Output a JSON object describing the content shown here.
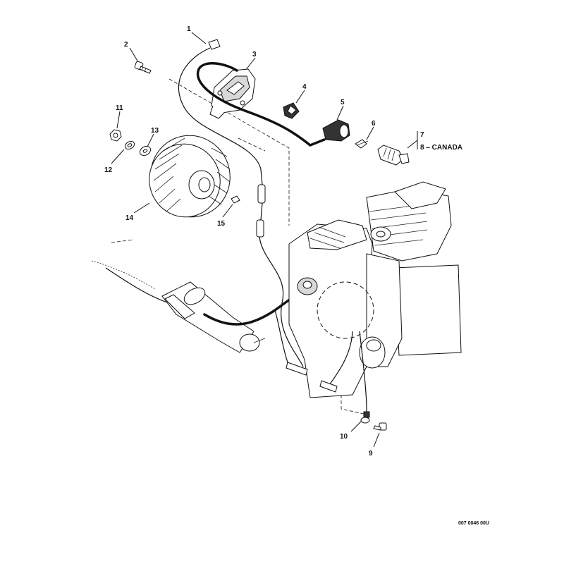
{
  "diagram": {
    "callouts": [
      {
        "id": "1",
        "label": "1"
      },
      {
        "id": "2",
        "label": "2"
      },
      {
        "id": "3",
        "label": "3"
      },
      {
        "id": "4",
        "label": "4"
      },
      {
        "id": "5",
        "label": "5"
      },
      {
        "id": "6",
        "label": "6"
      },
      {
        "id": "7",
        "label": "7"
      },
      {
        "id": "8",
        "label": "8 – CANADA"
      },
      {
        "id": "9",
        "label": "9"
      },
      {
        "id": "10",
        "label": "10"
      },
      {
        "id": "11",
        "label": "11"
      },
      {
        "id": "12",
        "label": "12"
      },
      {
        "id": "13",
        "label": "13"
      },
      {
        "id": "14",
        "label": "14"
      },
      {
        "id": "15",
        "label": "15"
      }
    ],
    "document_number": "007 0046 00U"
  }
}
